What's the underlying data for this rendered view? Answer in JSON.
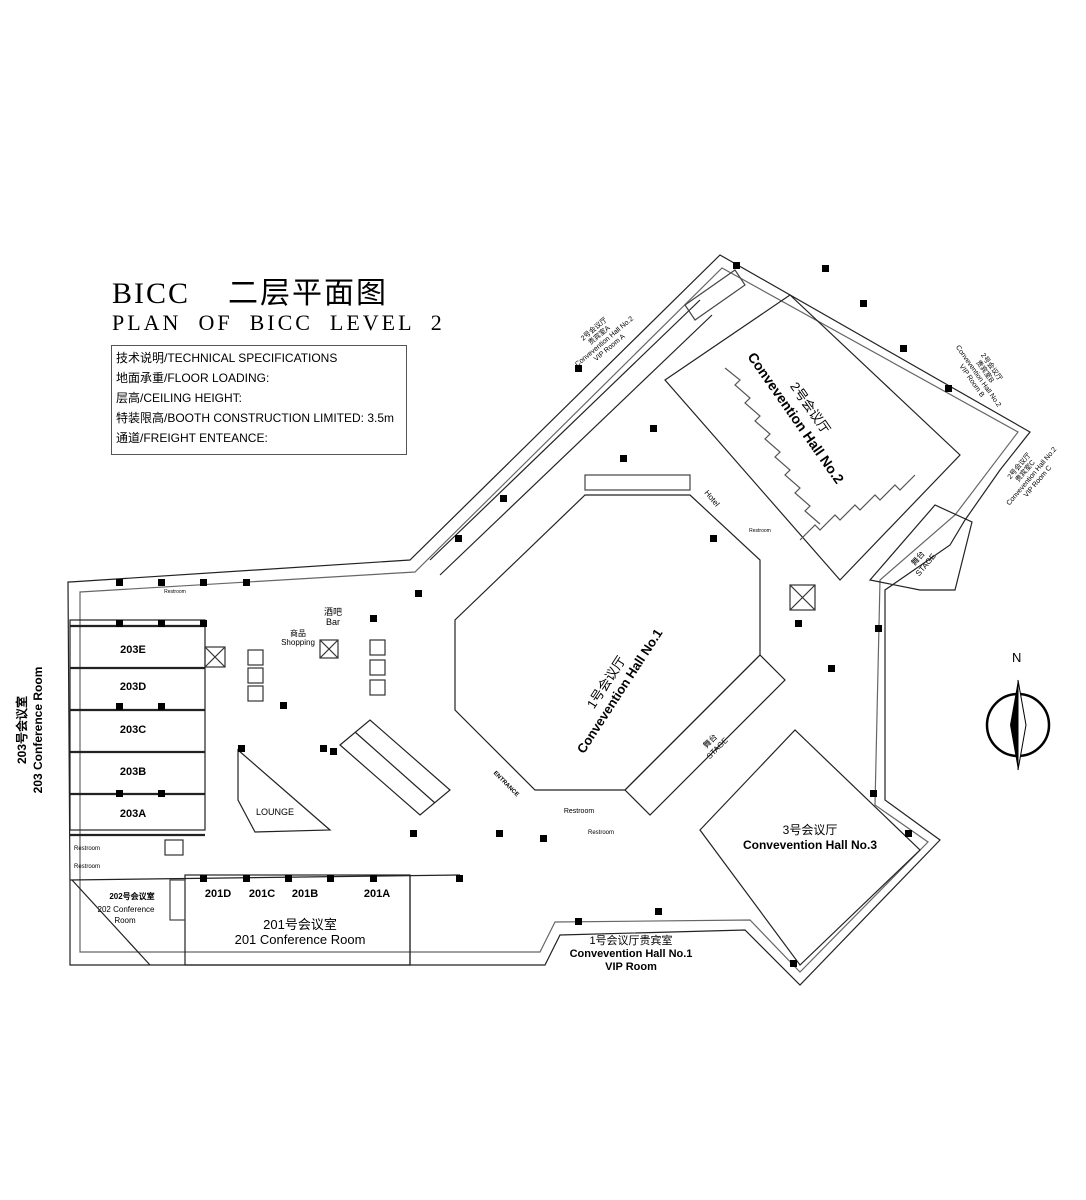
{
  "title": {
    "cn": "BICC    二层平面图",
    "en": "PLAN  OF  BICC  LEVEL  2"
  },
  "specs": [
    "技术说明/TECHNICAL SPECIFICATIONS",
    "地面承重/FLOOR LOADING:",
    "层高/CEILING HEIGHT:",
    "特装限高/BOOTH CONSTRUCTION LIMITED: 3.5m",
    "通道/FREIGHT ENTEANCE:"
  ],
  "rooms": {
    "hall1_cn": "1号会议厅",
    "hall1_en": "Convevention Hall No.1",
    "hall2_cn": "2号会议厅",
    "hall2_en": "Convevention Hall No.2",
    "hall3_cn": "3号会议厅",
    "hall3_en": "Convevention Hall No.3",
    "stage_cn": "舞台",
    "stage_en": "STAGE",
    "vipA": [
      "2号会议厅",
      "贵宾室A",
      "Convevention Hall No.2",
      "VIP Room A"
    ],
    "vipB": [
      "2号会议厅",
      "贵宾室B",
      "Convevention Hall No.2",
      "VIP Room B"
    ],
    "vipC": [
      "2号会议厅",
      "贵宾室C",
      "Convevention Hall No.2",
      "VIP Room C"
    ],
    "vip1": [
      "1号会议厅贵宾室",
      "Convevention Hall No.1",
      "VIP Room"
    ],
    "r203": [
      "203E",
      "203D",
      "203C",
      "203B",
      "203A"
    ],
    "r203_title_cn": "203号会议室",
    "r203_title_en": "203 Conference Room",
    "r201": [
      "201D",
      "201C",
      "201B",
      "201A"
    ],
    "r201_cn": "201号会议室",
    "r201_en": "201 Conference Room",
    "r202_cn": "202号会议室",
    "r202_en1": "202 Conference",
    "r202_en2": "Room",
    "lounge": "LOUNGE",
    "bar_cn": "酒吧",
    "bar_en": "Bar",
    "shop_cn": "商品",
    "shop_en": "Shopping",
    "restroom": "Restroom",
    "hotel": "Hotel",
    "entrance": "ENTRANCE"
  },
  "compass": {
    "label": "N"
  }
}
